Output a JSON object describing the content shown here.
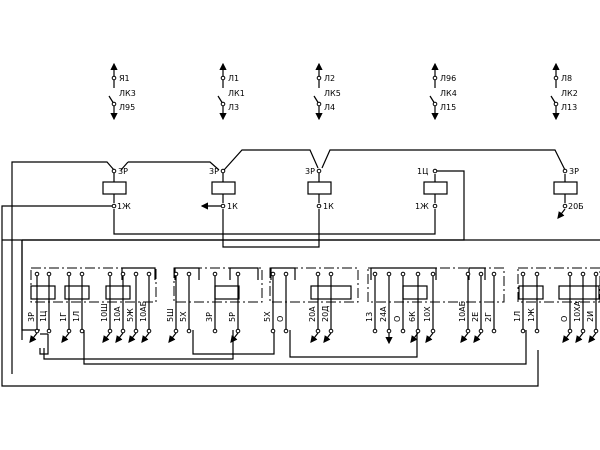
{
  "diagram": {
    "type": "electrical-schematic",
    "colors": {
      "line": "#000000",
      "background": "#ffffff"
    },
    "switches": [
      {
        "id": "sw1",
        "top_label": "Я1",
        "mid_label": "ЛК3",
        "bottom_label": "Л95"
      },
      {
        "id": "sw2",
        "top_label": "Л1",
        "mid_label": "ЛК1",
        "bottom_label": "Л3"
      },
      {
        "id": "sw3",
        "top_label": "Л2",
        "mid_label": "ЛК5",
        "bottom_label": "Л4"
      },
      {
        "id": "sw4",
        "top_label": "Л96",
        "mid_label": "ЛК4",
        "bottom_label": "Л15"
      },
      {
        "id": "sw5",
        "top_label": "Л8",
        "mid_label": "ЛК2",
        "bottom_label": "Л13"
      }
    ],
    "relays": [
      {
        "id": "r1",
        "top_label": "3Р",
        "bottom_label": "1Ж"
      },
      {
        "id": "r2",
        "top_label": "3Р",
        "bottom_label": "1К"
      },
      {
        "id": "r3",
        "top_label": "3Р",
        "bottom_label": "1К"
      },
      {
        "id": "r4",
        "top_label": "1Ц",
        "bottom_label": "1Ж"
      },
      {
        "id": "r5",
        "top_label": "3Р",
        "bottom_label": "20Б"
      }
    ],
    "terminal_labels": [
      "3Р",
      "1Ц",
      "1Г",
      "1Л",
      "10Ш",
      "10А",
      "5Ж",
      "10АБ",
      "5Ш",
      "5Х",
      "3Р",
      "5Р",
      "5Х",
      "О",
      "20А",
      "20Д",
      "13",
      "24А",
      "О",
      "6К",
      "10Х",
      "10АБ",
      "2Е",
      "2Г",
      "1Л",
      "1Ж",
      "О",
      "10ХА",
      "2И"
    ]
  }
}
